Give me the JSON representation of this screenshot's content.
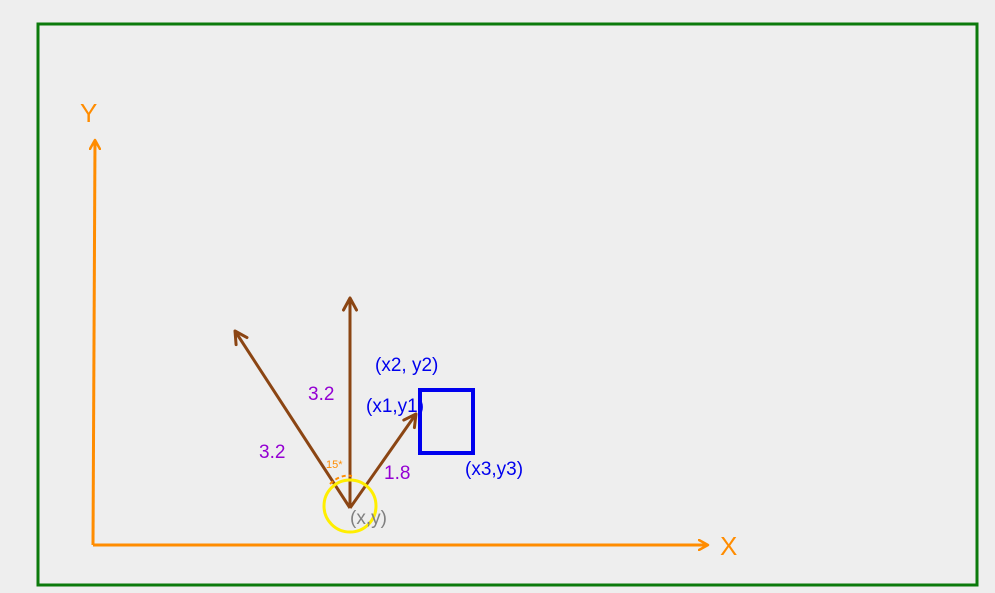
{
  "colors": {
    "background": "#eeeeee",
    "frame": "#0b7a0b",
    "axis": "#ff8c00",
    "vector": "#8b4513",
    "magnitude_text": "#9400d3",
    "point_text": "#0000ee",
    "origin_text": "#808080",
    "circle": "#ffee00",
    "box": "#0000ee",
    "angle_arc": "#ff8c00"
  },
  "axes": {
    "x_label": "X",
    "y_label": "Y"
  },
  "origin_label": "(x,y)",
  "angle_label": "15*",
  "points": {
    "p1": "(x1,y1)",
    "p2": "(x2, y2)",
    "p3": "(x3,y3)"
  },
  "vectors": [
    {
      "name": "short-right",
      "magnitude": "1.8"
    },
    {
      "name": "vertical",
      "magnitude": "3.2"
    },
    {
      "name": "left",
      "magnitude": "3.2"
    }
  ]
}
